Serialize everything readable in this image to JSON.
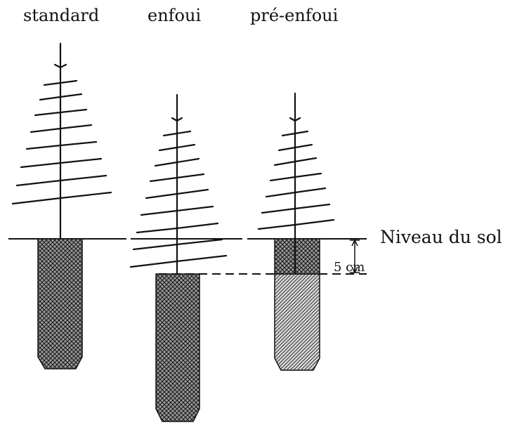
{
  "labels": {
    "standard": "standard",
    "enfoui": "enfoui",
    "pre_enfoui": "pré-enfoui",
    "ground_level": "Niveau du sol",
    "depth": "5 cm"
  },
  "colors": {
    "ink": "#111111",
    "background": "#ffffff",
    "plug_fill": "#8a8a8a"
  }
}
